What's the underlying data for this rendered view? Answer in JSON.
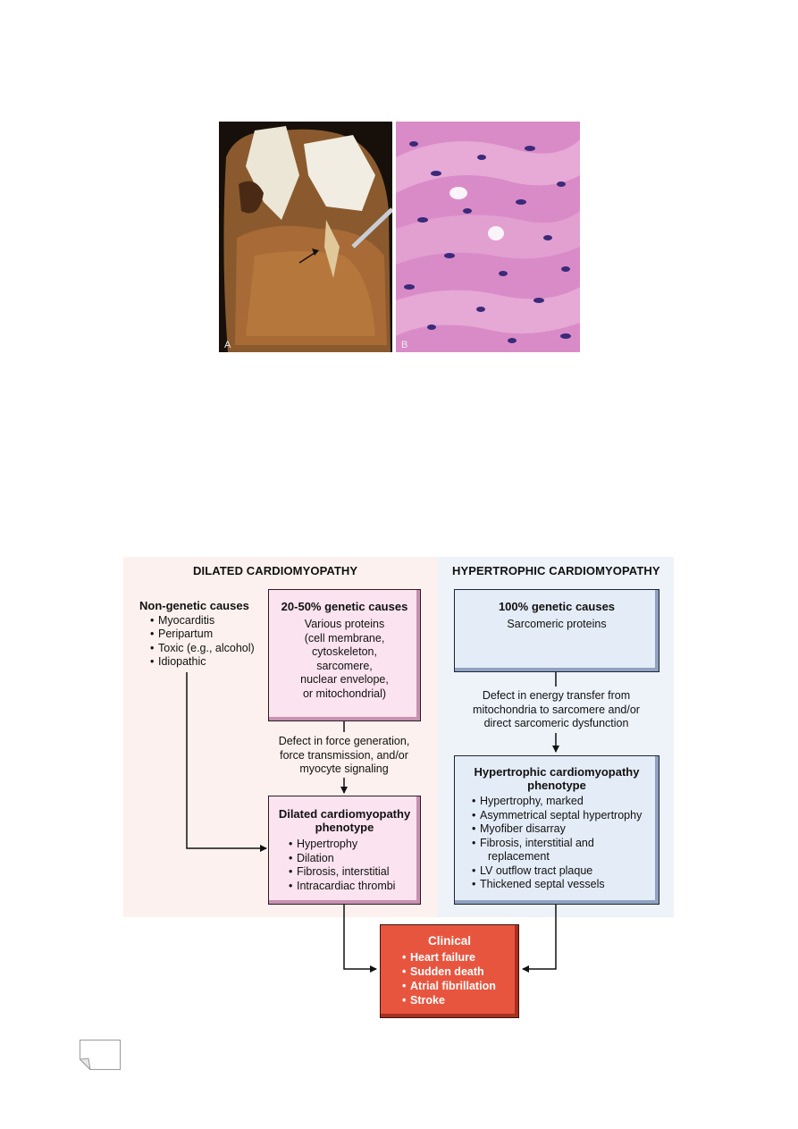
{
  "figure": {
    "panel_a_label": "A",
    "panel_b_label": "B"
  },
  "dilated": {
    "title": "DILATED CARDIOMYOPATHY",
    "nongenetic": {
      "heading": "Non-genetic causes",
      "items": [
        "Myocarditis",
        "Peripartum",
        "Toxic (e.g., alcohol)",
        "Idiopathic"
      ]
    },
    "genetic": {
      "heading": "20-50% genetic causes",
      "lines": [
        "Various proteins",
        "(cell membrane,",
        "cytoskeleton,",
        "sarcomere,",
        "nuclear envelope,",
        "or mitochondrial)"
      ]
    },
    "defect_lines": [
      "Defect in force generation,",
      "force transmission, and/or",
      "myocyte signaling"
    ],
    "phenotype": {
      "heading_lines": [
        "Dilated cardiomyopathy",
        "phenotype"
      ],
      "items": [
        "Hypertrophy",
        "Dilation",
        "Fibrosis, interstitial",
        "Intracardiac thrombi"
      ]
    }
  },
  "hypertrophic": {
    "title": "HYPERTROPHIC CARDIOMYOPATHY",
    "genetic": {
      "heading": "100% genetic causes",
      "lines": [
        "Sarcomeric proteins"
      ]
    },
    "defect_lines": [
      "Defect in energy transfer from",
      "mitochondria to sarcomere and/or",
      "direct sarcomeric dysfunction"
    ],
    "phenotype": {
      "heading_lines": [
        "Hypertrophic cardiomyopathy",
        "phenotype"
      ],
      "items": [
        "Hypertrophy, marked",
        "Asymmetrical septal hypertrophy",
        "Myofiber disarray",
        "Fibrosis, interstitial and",
        "replacement",
        "LV outflow tract plaque",
        "Thickened septal vessels"
      ]
    }
  },
  "clinical": {
    "heading": "Clinical",
    "items": [
      "Heart failure",
      "Sudden death",
      "Atrial fibrillation",
      "Stroke"
    ]
  },
  "colors": {
    "pink_box": "#fbe3ef",
    "blue_box": "#e4ecf7",
    "clinical_box": "#e8553f"
  }
}
